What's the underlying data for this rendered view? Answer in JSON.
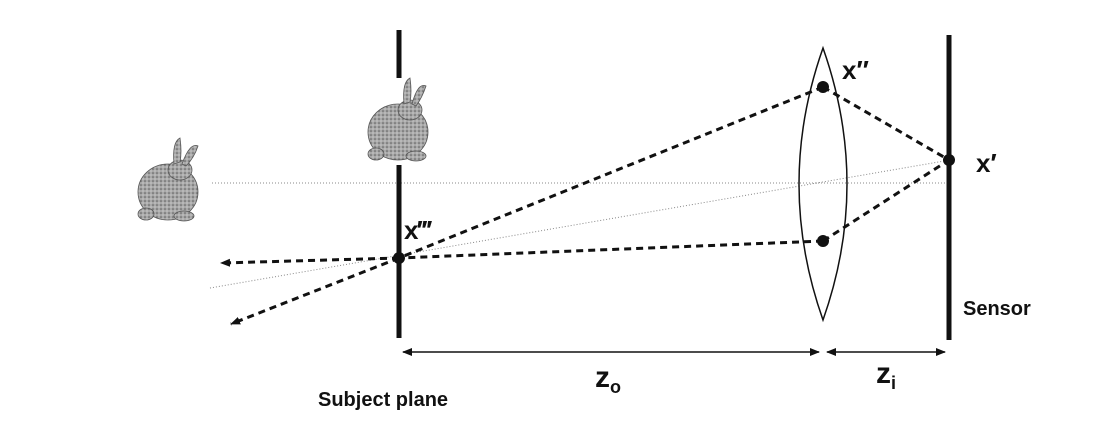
{
  "labels": {
    "point_sensor": "x′",
    "point_lens_top": "x″",
    "point_subject": "x‴",
    "sensor": "Sensor",
    "subject_plane": "Subject plane",
    "z_object": "z",
    "z_object_sub": "o",
    "z_image": "z",
    "z_image_sub": "i"
  },
  "icons": {
    "object_far": "bunny-icon",
    "object_near": "bunny-icon"
  },
  "colors": {
    "ink": "#111111",
    "bunny_body": "#9a9a9a",
    "bunny_shade": "#6e6e6e",
    "guide_line": "#888888"
  }
}
